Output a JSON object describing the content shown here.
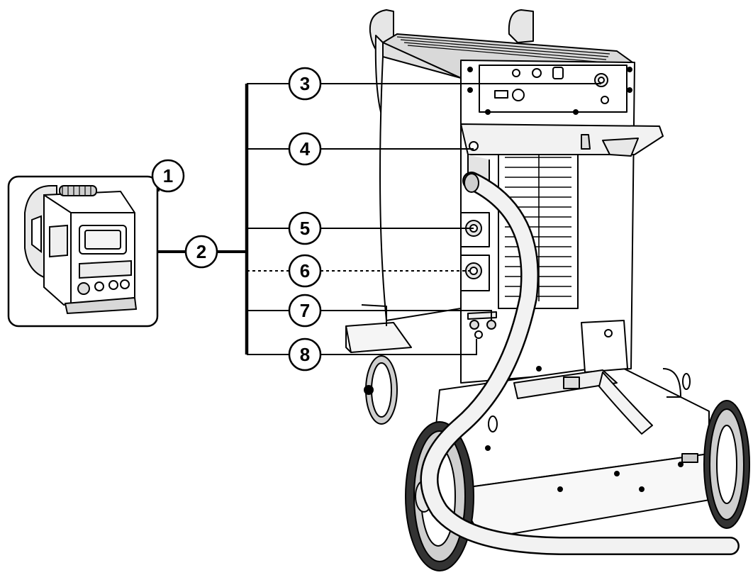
{
  "diagram": {
    "callouts": [
      {
        "id": "1",
        "label": "1"
      },
      {
        "id": "2",
        "label": "2"
      },
      {
        "id": "3",
        "label": "3"
      },
      {
        "id": "4",
        "label": "4"
      },
      {
        "id": "5",
        "label": "5"
      },
      {
        "id": "6",
        "label": "6"
      },
      {
        "id": "7",
        "label": "7"
      },
      {
        "id": "8",
        "label": "8"
      }
    ],
    "colors": {
      "line": "#000000",
      "fill": "#ffffff",
      "shade": "#cfcfcf",
      "hose": "#f2f2f2"
    }
  }
}
